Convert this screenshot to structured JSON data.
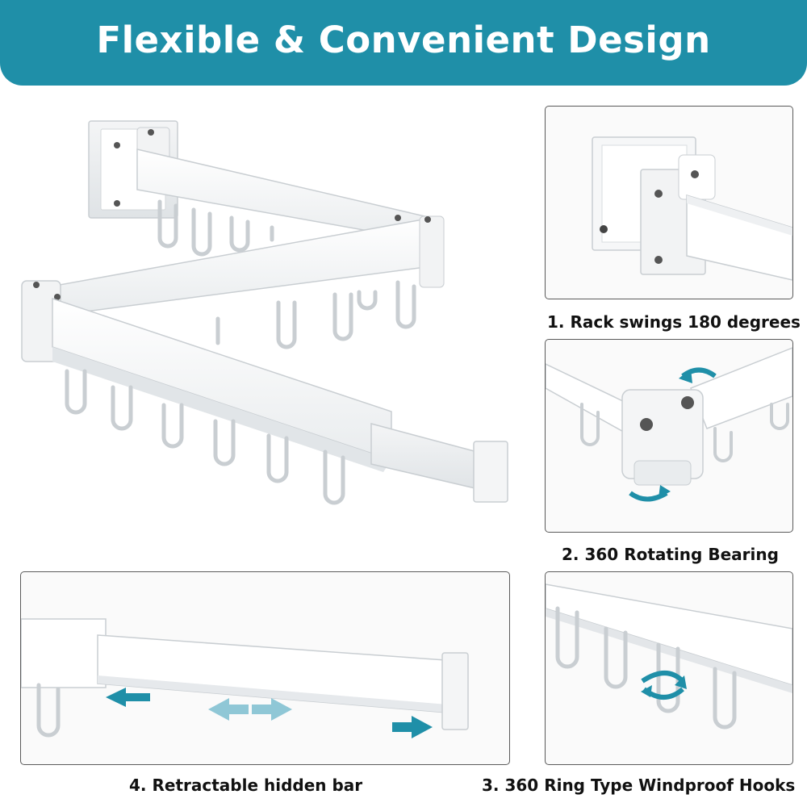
{
  "header": {
    "title": "Flexible & Convenient Design",
    "background_color": "#1f8fa8"
  },
  "panels": {
    "rack_swings": {
      "caption": "1. Rack swings 180 degrees"
    },
    "rotating_bearing": {
      "caption": "2. 360 Rotating Bearing"
    },
    "windproof_hooks": {
      "caption": "3. 360 Ring Type Windproof Hooks"
    },
    "retractable_bar": {
      "caption": "4. Retractable hidden bar"
    }
  },
  "colors": {
    "accent": "#1f8fa8",
    "arrow_light": "#8fc7d6",
    "product_white": "#ffffff",
    "outline": "#c9ced2"
  },
  "icons": [
    "swing-arrow-icon",
    "rotate-arrow-icon",
    "slide-arrow-icon",
    "screw-icon"
  ]
}
